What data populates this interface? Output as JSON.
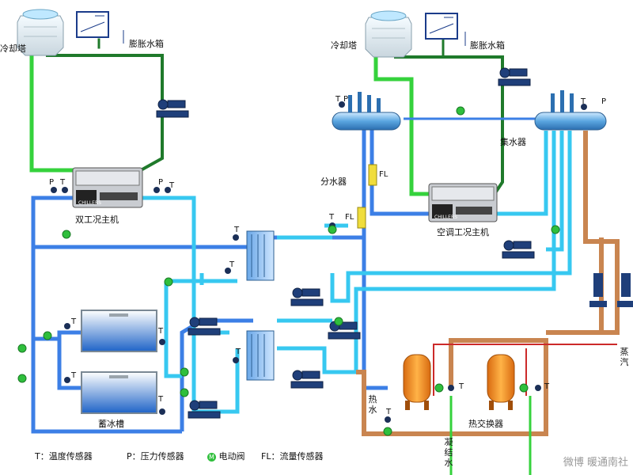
{
  "labels": {
    "cooling_tower_left": "冷却塔",
    "cooling_tower_right": "冷却塔",
    "expansion_tank_left": "膨胀水箱",
    "expansion_tank_right": "膨胀水箱",
    "chiller_left": "双工况主机",
    "chiller_right": "空调工况主机",
    "chiller_brand": "CHILLERS",
    "distributor": "分水器",
    "collector": "集水器",
    "ice_tank": "蓄冰槽",
    "hot_water": "热水",
    "heat_exchanger": "热交换器",
    "condensate": "凝结水",
    "steam": "蒸汽"
  },
  "tags": {
    "temperature": "T",
    "pressure": "P",
    "flow": "FL",
    "valve": "M"
  },
  "legend": {
    "t": "T：温度传感器",
    "p": "P：压力传感器",
    "valve": "电动阀",
    "fl": "FL：流量传感器"
  },
  "watermark": "微博 暖通南社",
  "colors": {
    "green_pipe": "#35d23c",
    "dark_green_pipe": "#1f7a2b",
    "blue_pipe": "#3c7fe6",
    "cyan_pipe": "#37c8f0",
    "brown_pipe": "#c98550",
    "red_pipe": "#cc2a2a",
    "valve": "#2fbf3c",
    "flow_sensor": "#f0dd3c"
  }
}
